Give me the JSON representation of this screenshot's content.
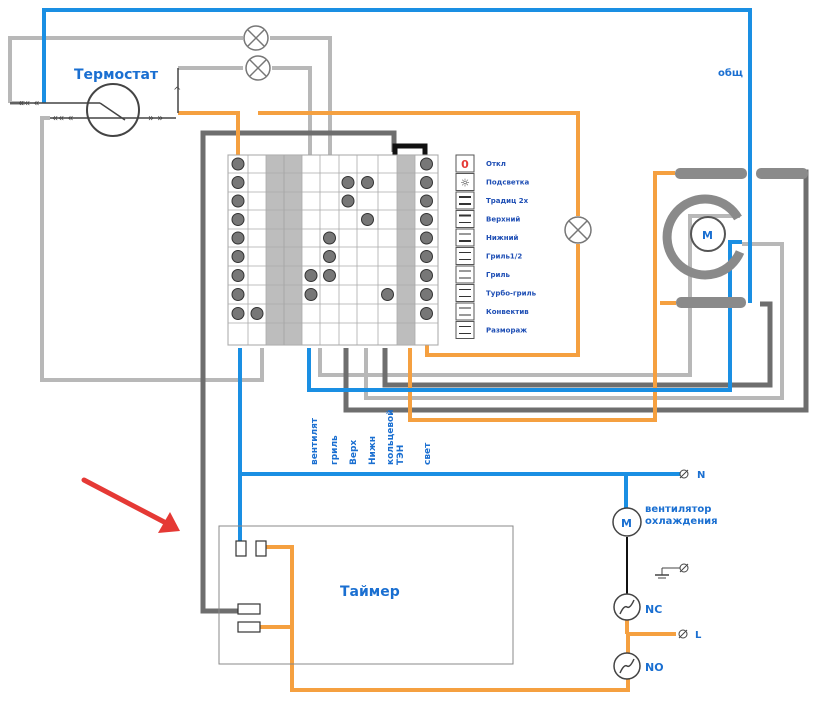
{
  "labels": {
    "thermostat": "Термостат",
    "common": "общ",
    "timer": "Таймер",
    "fan_cooling_line1": "вентилятор",
    "fan_cooling_line2": "охлаждения",
    "motor_letter": "M",
    "neutral": "N",
    "live": "L",
    "nc": "NC",
    "no": "NO",
    "ground_symbol": "⏚"
  },
  "modes": [
    {
      "icon": "0",
      "label": "Откл"
    },
    {
      "icon": "☼",
      "label": "Подсветка"
    },
    {
      "icon": "",
      "label": "Традиц 2х"
    },
    {
      "icon": "",
      "label": "Верхний"
    },
    {
      "icon": "",
      "label": "Нижний"
    },
    {
      "icon": "",
      "label": "Гриль1/2"
    },
    {
      "icon": "",
      "label": "Гриль"
    },
    {
      "icon": "",
      "label": "Турбо-гриль"
    },
    {
      "icon": "",
      "label": "Конвектив"
    },
    {
      "icon": "",
      "label": "Размораж"
    }
  ],
  "terminal_labels": [
    "вентилят",
    "гриль",
    "Верх",
    "Нижн",
    "кольцевой ТЭН",
    "свет"
  ],
  "colors": {
    "blue": "#1a8fe3",
    "orange": "#f5a040",
    "dark_gray": "#6e6e6e",
    "light_gray": "#b8b8b8",
    "black": "#111111",
    "arrow": "#e53935"
  }
}
